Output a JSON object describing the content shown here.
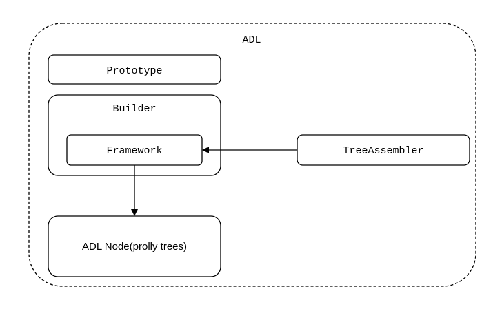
{
  "diagram": {
    "container": {
      "label": "ADL"
    },
    "nodes": {
      "prototype": {
        "label": "Prototype"
      },
      "builder": {
        "label": "Builder"
      },
      "framework": {
        "label": "Framework"
      },
      "tree_assembler": {
        "label": "TreeAssembler"
      },
      "adl_node": {
        "label": "ADL Node(prolly trees)"
      }
    },
    "edges": [
      {
        "from": "tree_assembler",
        "to": "framework"
      },
      {
        "from": "framework",
        "to": "adl_node"
      }
    ],
    "colors": {
      "stroke": "#000000",
      "fill": "#ffffff",
      "text": "#000000"
    }
  }
}
